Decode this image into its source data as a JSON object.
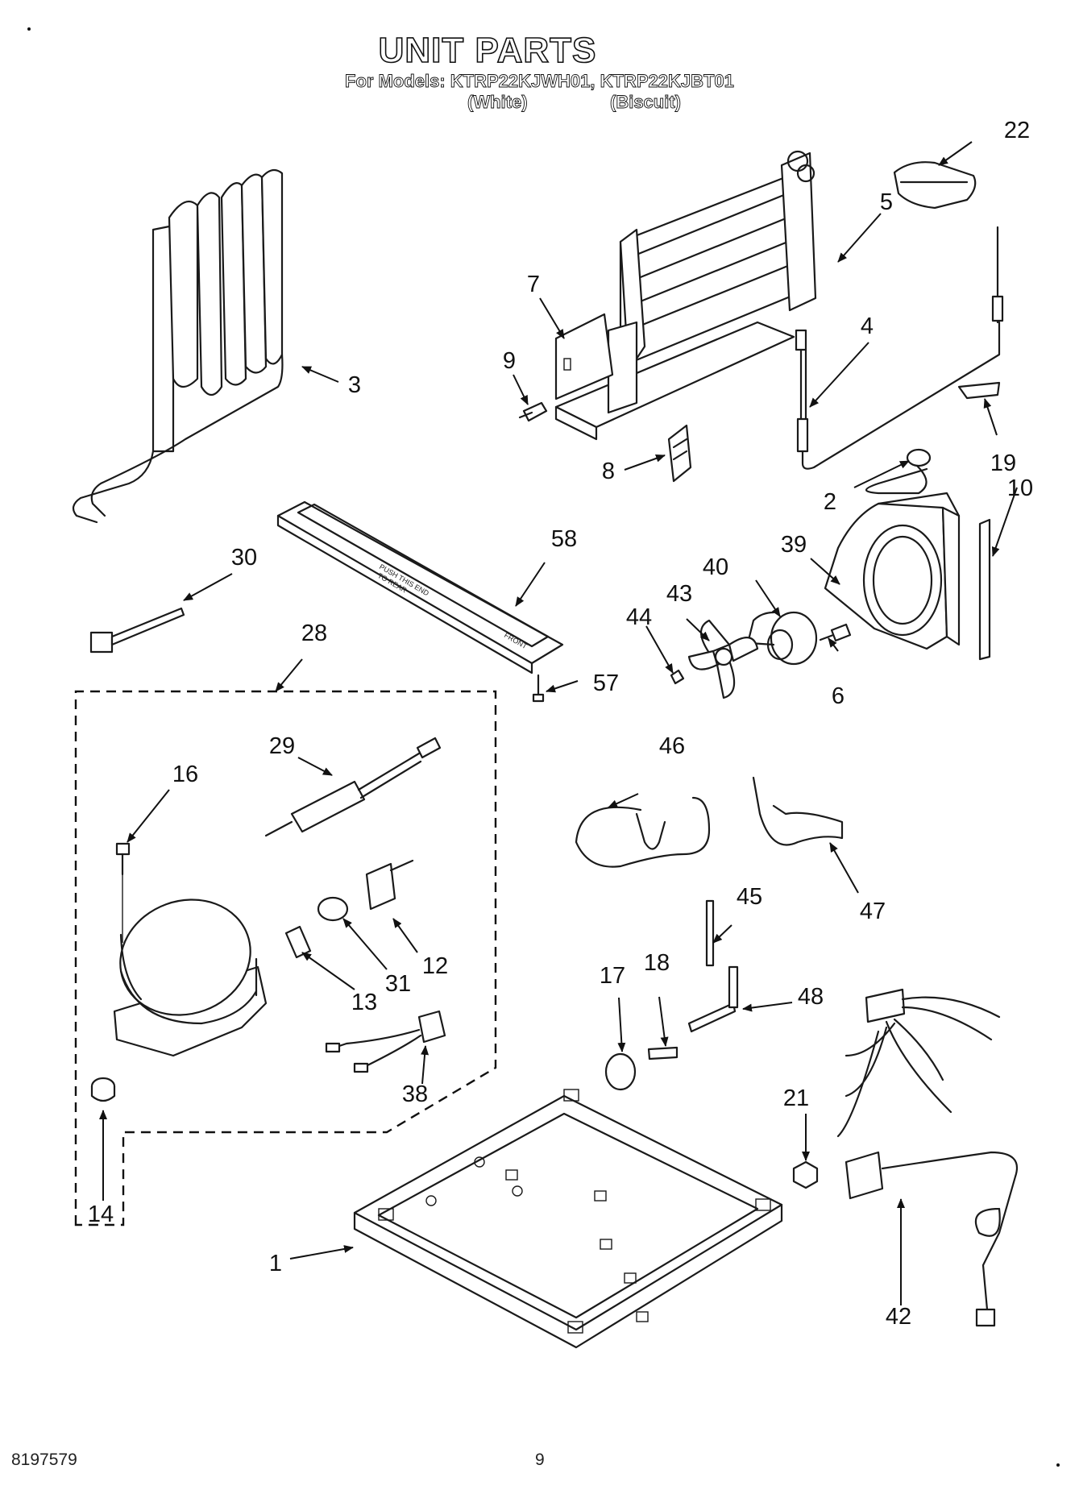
{
  "header": {
    "title": "UNIT PARTS",
    "models_line": "For Models: KTRP22KJWH01, KTRP22KJBT01",
    "color_white": "(White)",
    "color_biscuit": "(Biscuit)"
  },
  "footer": {
    "doc_number": "8197579",
    "page_number": "9"
  },
  "callouts": {
    "c1": "1",
    "c2": "2",
    "c3": "3",
    "c4": "4",
    "c5": "5",
    "c6": "6",
    "c7": "7",
    "c8": "8",
    "c9": "9",
    "c10": "10",
    "c12": "12",
    "c13": "13",
    "c14": "14",
    "c16": "16",
    "c17": "17",
    "c18": "18",
    "c19": "19",
    "c21": "21",
    "c22": "22",
    "c28": "28",
    "c29": "29",
    "c30": "30",
    "c31": "31",
    "c38": "38",
    "c39": "39",
    "c40": "40",
    "c42": "42",
    "c43": "43",
    "c44": "44",
    "c45": "45",
    "c46": "46",
    "c47": "47",
    "c48": "48",
    "c57": "57",
    "c58": "58"
  },
  "drain_pan_text": {
    "line1": "PUSH THIS END",
    "line2": "TO REAR",
    "front": "FRONT"
  }
}
